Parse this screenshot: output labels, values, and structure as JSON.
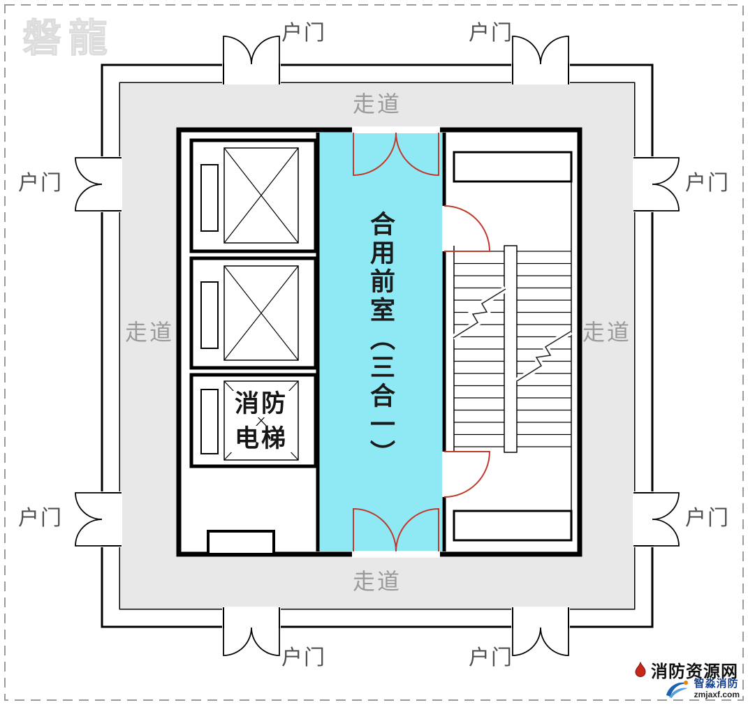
{
  "watermark": "磐龍",
  "labels": {
    "corridor": "走道",
    "door": "户门",
    "front_room": "合用前室（三合一）",
    "fire_elevator_line1": "消防",
    "fire_elevator_line2": "电梯"
  },
  "footer": {
    "site_name": "消防资源网",
    "brand_name": "智淼消防",
    "brand_url": "zmjaxf.com"
  },
  "colors": {
    "corridor_fill": "#e8e8e8",
    "front_room_fill": "#8ee9f4",
    "door_arc": "#c0392b",
    "wall": "#000000",
    "corridor_label": "#9a9a9a",
    "door_label": "#4f4f4f"
  }
}
